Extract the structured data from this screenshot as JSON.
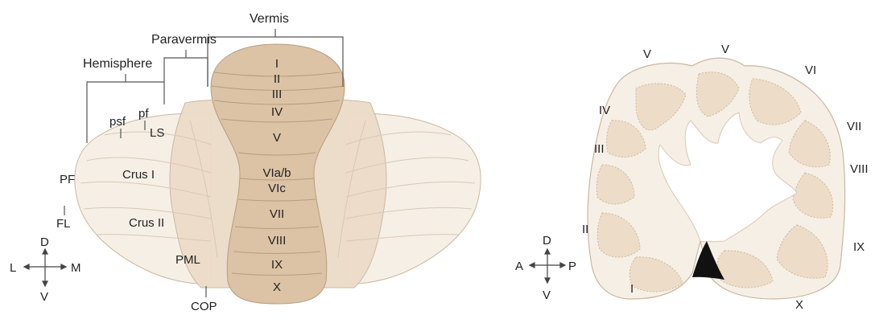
{
  "colors": {
    "hemisphere_fill": "#f6efe6",
    "paravermis_fill": "#ecdcc8",
    "vermis_fill": "#dcc3a5",
    "outline": "#b59d80",
    "bracket": "#555555",
    "text": "#222222",
    "fissure_black": "#111111"
  },
  "dorsal_view": {
    "regions": {
      "vermis": "Vermis",
      "paravermis": "Paravermis",
      "hemisphere": "Hemisphere"
    },
    "lobules": [
      "I",
      "II",
      "III",
      "IV",
      "V",
      "VIa/b",
      "VIc",
      "VII",
      "VIII",
      "IX",
      "X"
    ],
    "structures": {
      "pf": "pf",
      "psf": "psf",
      "ls": "LS",
      "pf_upper": "PF",
      "crus1": "Crus I",
      "crus2": "Crus II",
      "fl": "FL",
      "pml": "PML",
      "cop": "COP"
    },
    "compass": {
      "dorsal": "D",
      "ventral": "V",
      "lateral": "L",
      "medial": "M"
    }
  },
  "sagittal_view": {
    "lobules": {
      "v_left": "V",
      "v_right": "V",
      "vi": "VI",
      "iv": "IV",
      "vii": "VII",
      "iii": "III",
      "viii": "VIII",
      "ii": "II",
      "ix": "IX",
      "i": "I",
      "x": "X"
    },
    "compass": {
      "dorsal": "D",
      "ventral": "V",
      "anterior": "A",
      "posterior": "P"
    }
  }
}
